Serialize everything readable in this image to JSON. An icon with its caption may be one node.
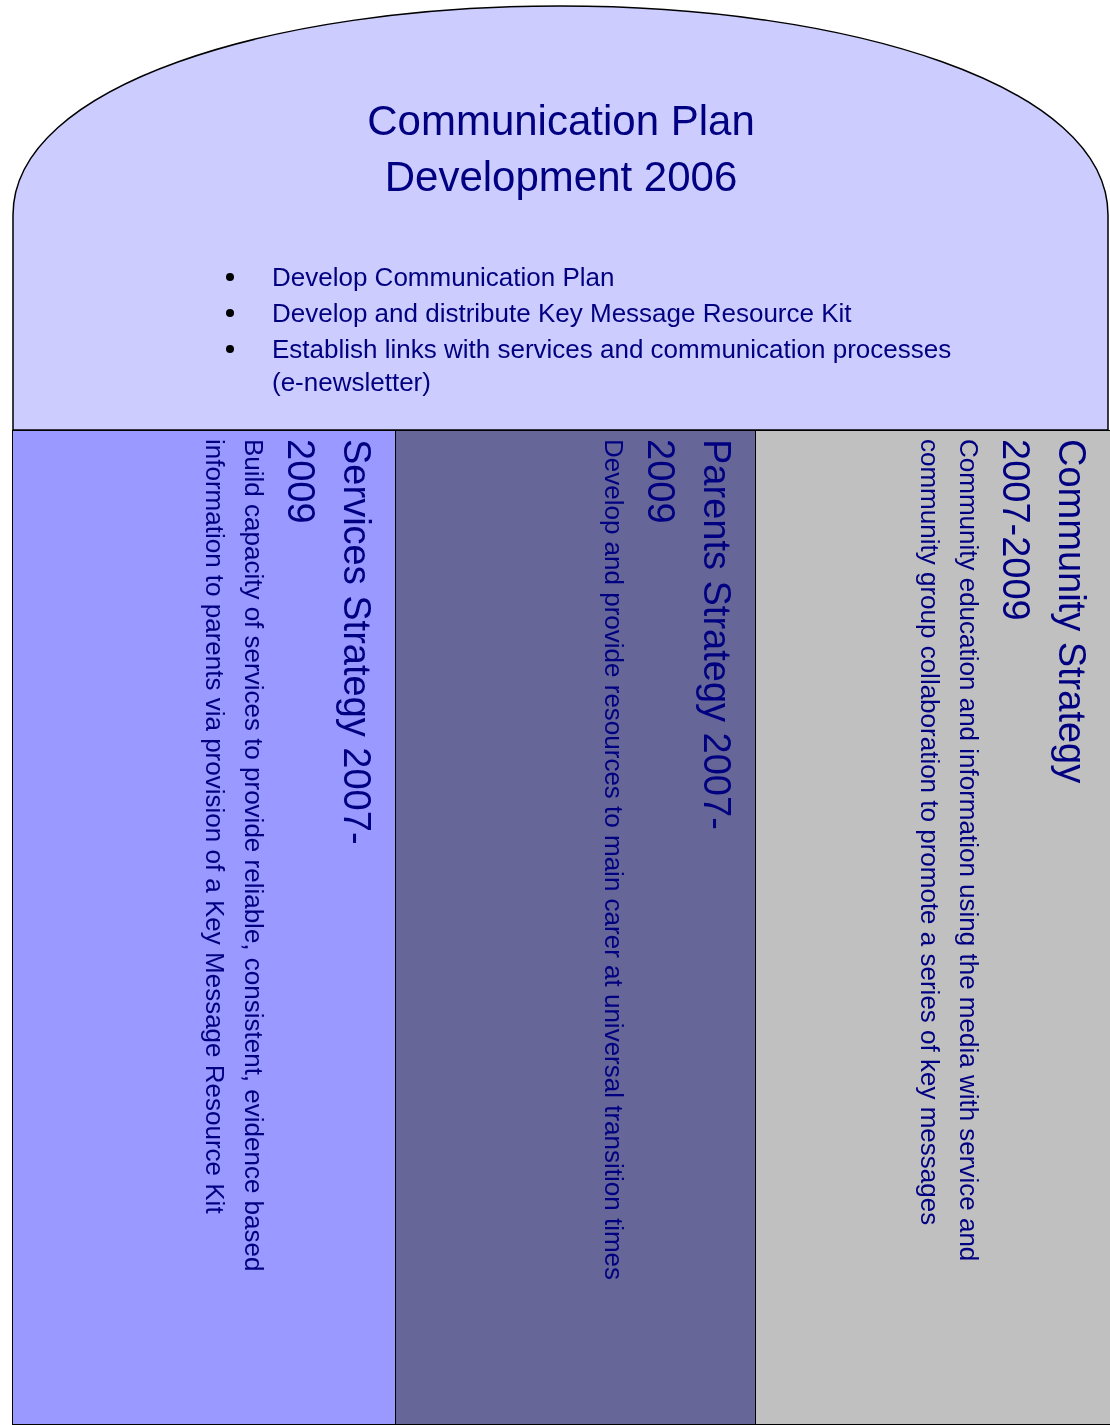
{
  "diagram": {
    "nodes": [
      {
        "text": [
          "Communication Plan Development 2006",
          "Develop Communication Plan",
          "Develop and distribute Key Message Resource Kit",
          "Establish links with services and communication processes (e-newsletter)"
        ]
      },
      {
        "text": [
          "Services Strategy 2007-2009",
          "Build capacity of services to provide reliable, consistent, evidence based information to parents via provision of a Key Message Resource Kit"
        ]
      },
      {
        "text": [
          "Parents Strategy 2007-2009",
          "Develop and provide resources to main carer at universal transition times"
        ]
      },
      {
        "text": [
          "Community Strategy 2007-2009",
          "Community education and information using the media with service and community group collaboration to promote a series of key messages"
        ]
      }
    ],
    "edges": []
  }
}
